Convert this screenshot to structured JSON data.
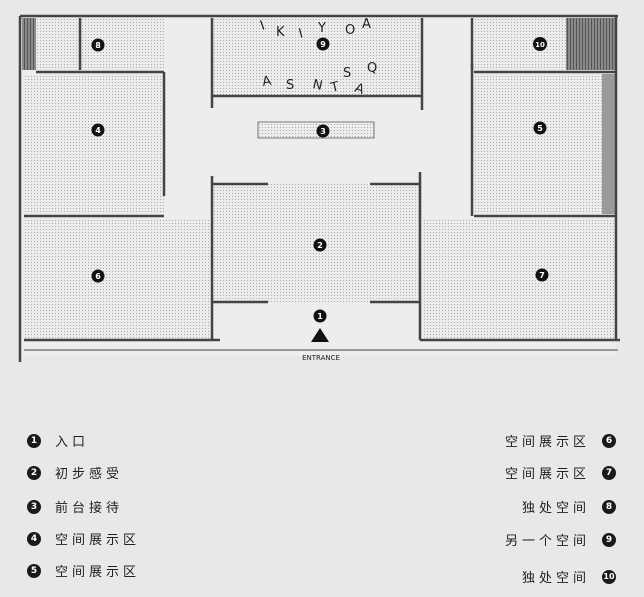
{
  "plan": {
    "entrance_label": "ENTRANCE",
    "wall_letters_top": [
      "I",
      "K",
      "I",
      "Y",
      "O",
      "A"
    ],
    "wall_letters_bottom": [
      "A",
      "S",
      "N",
      "T",
      "S",
      "A",
      "Q"
    ],
    "zones": [
      {
        "id": "z1",
        "num": "1"
      },
      {
        "id": "z2",
        "num": "2"
      },
      {
        "id": "z3",
        "num": "3"
      },
      {
        "id": "z4",
        "num": "4"
      },
      {
        "id": "z5",
        "num": "5"
      },
      {
        "id": "z6",
        "num": "6"
      },
      {
        "id": "z7",
        "num": "7"
      },
      {
        "id": "z8",
        "num": "8"
      },
      {
        "id": "z9",
        "num": "9"
      },
      {
        "id": "z10",
        "num": "10"
      }
    ]
  },
  "legend": {
    "left": [
      {
        "num": "1",
        "text": "入口"
      },
      {
        "num": "2",
        "text": "初步感受"
      },
      {
        "num": "3",
        "text": "前台接待"
      },
      {
        "num": "4",
        "text": "空间展示区"
      },
      {
        "num": "5",
        "text": "空间展示区"
      }
    ],
    "right": [
      {
        "num": "6",
        "text": "空间展示区"
      },
      {
        "num": "7",
        "text": "空间展示区"
      },
      {
        "num": "8",
        "text": "独处空间"
      },
      {
        "num": "9",
        "text": "另一个空间"
      },
      {
        "num": "10",
        "text": "独处空间"
      }
    ]
  }
}
